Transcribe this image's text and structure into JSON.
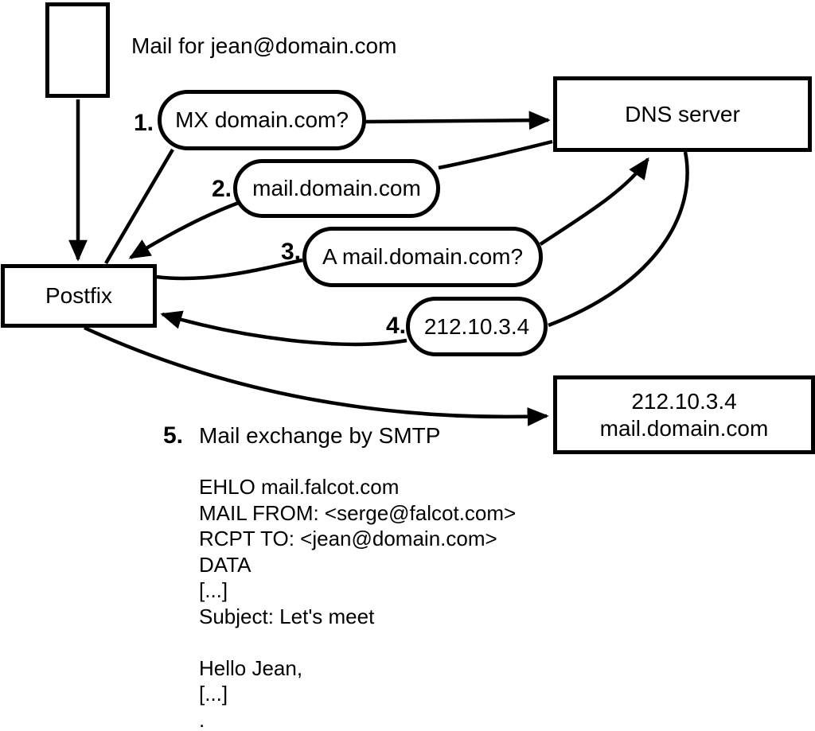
{
  "colors": {
    "ink": "#000000",
    "background": "#ffffff"
  },
  "caption": "Mail for jean@domain.com",
  "nodes": {
    "postfix": {
      "label": "Postfix"
    },
    "dns_server": {
      "label": "DNS server"
    },
    "mail_server": {
      "line1": "212.10.3.4",
      "line2": "mail.domain.com"
    }
  },
  "steps": [
    {
      "number": "1.",
      "text": "MX domain.com?"
    },
    {
      "number": "2.",
      "text": "mail.domain.com"
    },
    {
      "number": "3.",
      "text": "A mail.domain.com?"
    },
    {
      "number": "4.",
      "text": "212.10.3.4"
    },
    {
      "number": "5.",
      "text": "Mail exchange by SMTP"
    }
  ],
  "smtp_session": {
    "lines": [
      "EHLO mail.falcot.com",
      "MAIL FROM: <serge@falcot.com>",
      "RCPT TO: <jean@domain.com>",
      "DATA",
      "[...]",
      "Subject: Let's meet",
      "",
      "Hello Jean,",
      "[...]",
      "."
    ]
  }
}
